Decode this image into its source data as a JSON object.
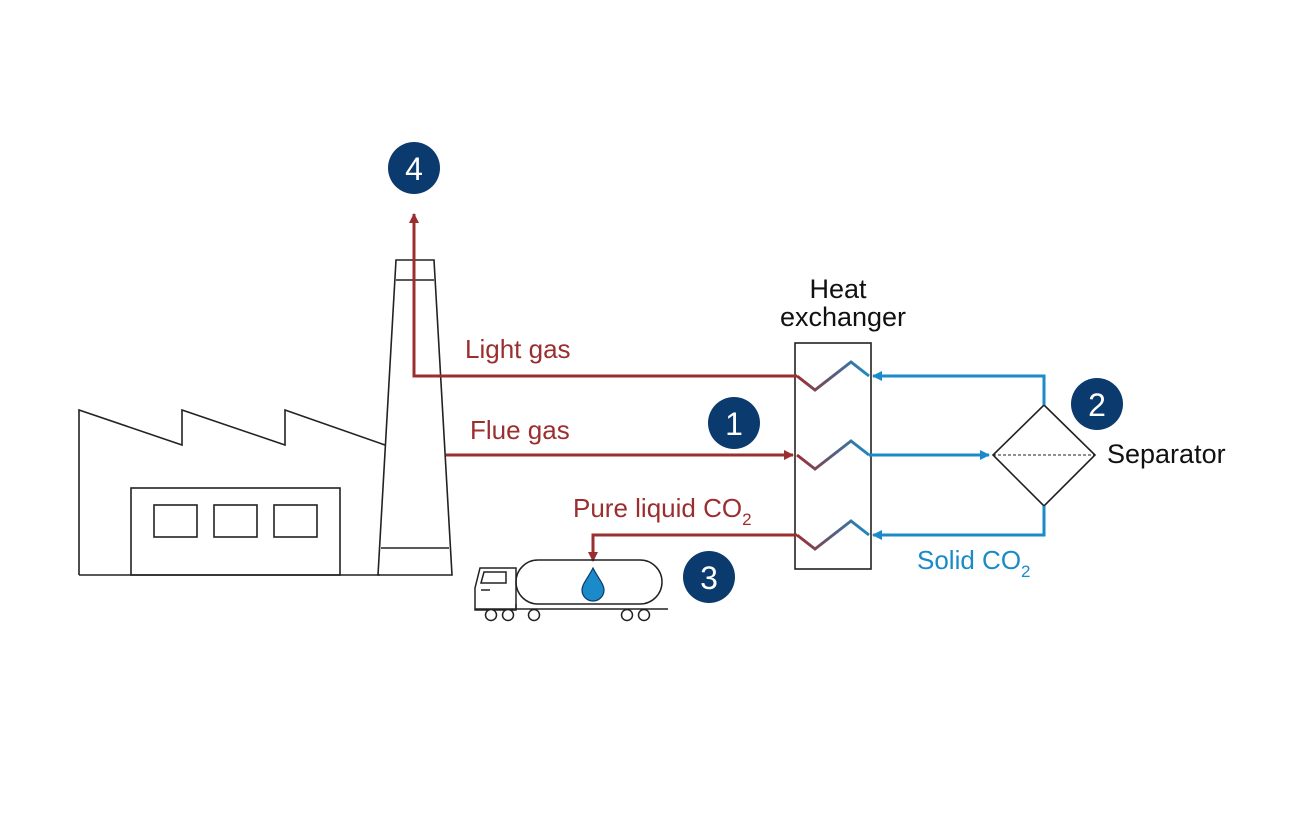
{
  "labels": {
    "light_gas": "Light gas",
    "flue_gas": "Flue gas",
    "pure_liquid": "Pure liquid CO",
    "pure_liquid_sub": "2",
    "solid": "Solid CO",
    "solid_sub": "2",
    "heat_exchanger_line1": "Heat",
    "heat_exchanger_line2": "exchanger",
    "separator": "Separator"
  },
  "badges": {
    "b1": "1",
    "b2": "2",
    "b3": "3",
    "b4": "4"
  },
  "colors": {
    "red": "#9b2f30",
    "blue": "#1a8ac8",
    "navy": "#0b3a6e",
    "outline": "#222222"
  },
  "icons": [
    "factory-icon",
    "chimney-icon",
    "tanker-truck-icon",
    "liquid-drop-icon",
    "separator-icon"
  ]
}
